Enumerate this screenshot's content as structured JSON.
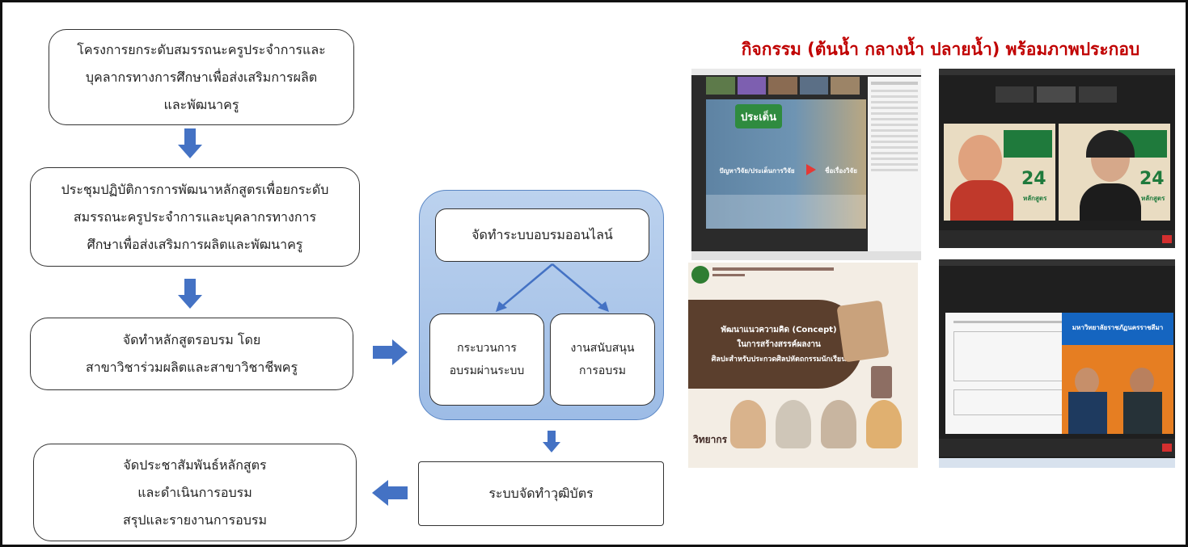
{
  "flow_left": [
    {
      "lines": [
        "โครงการยกระดับสมรรถนะครูประจำการและ",
        "บุคลากรทางการศึกษาเพื่อส่งเสริมการผลิต",
        "และพัฒนาครู"
      ]
    },
    {
      "lines": [
        "ประชุมปฏิบัติการการพัฒนาหลักสูตรเพื่อยกระดับ",
        "สมรรถนะครูประจำการและบุคลากรทางการ",
        "ศึกษาเพื่อส่งเสริมการผลิตและพัฒนาครู"
      ]
    },
    {
      "lines": [
        "จัดทำหลักสูตรอบรม โดย",
        "สาขาวิชาร่วมผลิตและสาขาวิชาชีพครู"
      ]
    },
    {
      "lines": [
        "จัดประชาสัมพันธ์หลักสูตร",
        "และดำเนินการอบรม",
        "สรุปและรายงานการอบรม"
      ]
    }
  ],
  "online_system": {
    "title": "จัดทำระบบอบรมออนไลน์",
    "sub_left": [
      "กระบวนการ",
      "อบรมผ่านระบบ"
    ],
    "sub_right": [
      "งานสนับสนุน",
      "การอบรม"
    ]
  },
  "certificate_box": "ระบบจัดทำวุฒิบัตร",
  "photos_heading": "กิจกรรม (ต้นน้ำ กลางน้ำ ปลายน้ำ) พร้อมภาพประกอบ",
  "screenshots": {
    "s1_heading": "ประเด็น",
    "s1_left": "ปัญหาวิจัย/ประเด็นการวิจัย",
    "s1_right": "ชื่อเรื่องวิจัย",
    "s2_number": "24",
    "s2_caption": "หลักสูตร",
    "s3_title": [
      "พัฒนาแนวความคิด (Concept)",
      "ในการสร้างสรรค์ผลงาน",
      "ศิลปะสำหรับประกวดศิลปหัตถกรรมนักเรียน"
    ],
    "s3_label": "วิทยากร",
    "s4_banner": "มหาวิทยาลัยราชภัฏนครราชสีมา"
  },
  "colors": {
    "arrow": "#4472c4",
    "heading": "#c00000",
    "panel": "#a9c4ea"
  }
}
